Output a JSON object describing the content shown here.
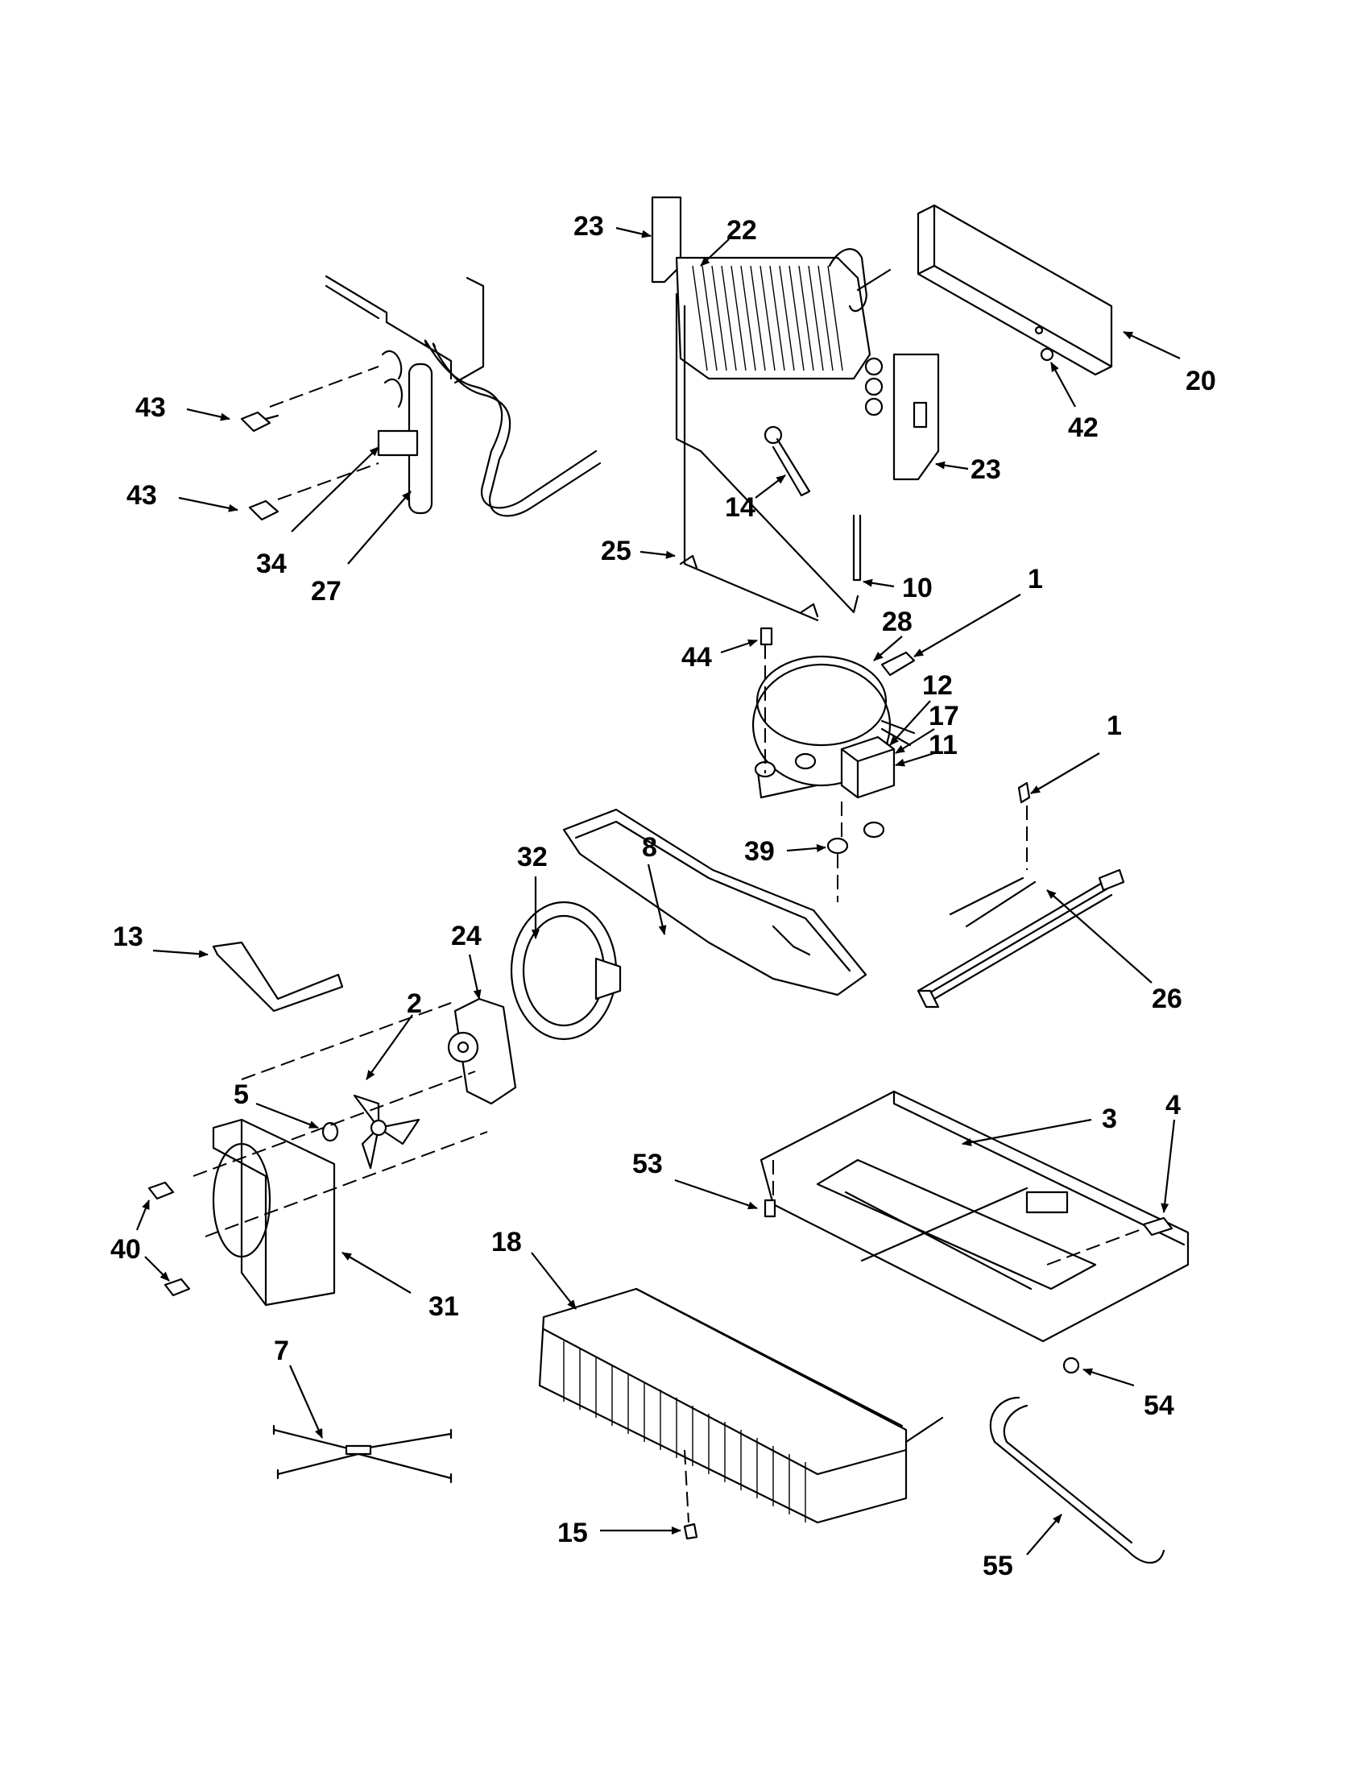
{
  "diagram": {
    "callouts": [
      {
        "id": "c23a",
        "label": "23"
      },
      {
        "id": "c22",
        "label": "22"
      },
      {
        "id": "c20",
        "label": "20"
      },
      {
        "id": "c42",
        "label": "42"
      },
      {
        "id": "c23b",
        "label": "23"
      },
      {
        "id": "c43a",
        "label": "43"
      },
      {
        "id": "c43b",
        "label": "43"
      },
      {
        "id": "c34",
        "label": "34"
      },
      {
        "id": "c27",
        "label": "27"
      },
      {
        "id": "c14",
        "label": "14"
      },
      {
        "id": "c25",
        "label": "25"
      },
      {
        "id": "c10",
        "label": "10"
      },
      {
        "id": "c1a",
        "label": "1"
      },
      {
        "id": "c28",
        "label": "28"
      },
      {
        "id": "c44",
        "label": "44"
      },
      {
        "id": "c12",
        "label": "12"
      },
      {
        "id": "c17",
        "label": "17"
      },
      {
        "id": "c11",
        "label": "11"
      },
      {
        "id": "c1b",
        "label": "1"
      },
      {
        "id": "c39",
        "label": "39"
      },
      {
        "id": "c8",
        "label": "8"
      },
      {
        "id": "c32",
        "label": "32"
      },
      {
        "id": "c13",
        "label": "13"
      },
      {
        "id": "c24",
        "label": "24"
      },
      {
        "id": "c26",
        "label": "26"
      },
      {
        "id": "c2",
        "label": "2"
      },
      {
        "id": "c5",
        "label": "5"
      },
      {
        "id": "c3",
        "label": "3"
      },
      {
        "id": "c4",
        "label": "4"
      },
      {
        "id": "c53",
        "label": "53"
      },
      {
        "id": "c40",
        "label": "40"
      },
      {
        "id": "c18",
        "label": "18"
      },
      {
        "id": "c31",
        "label": "31"
      },
      {
        "id": "c7",
        "label": "7"
      },
      {
        "id": "c54",
        "label": "54"
      },
      {
        "id": "c15",
        "label": "15"
      },
      {
        "id": "c55",
        "label": "55"
      }
    ]
  }
}
